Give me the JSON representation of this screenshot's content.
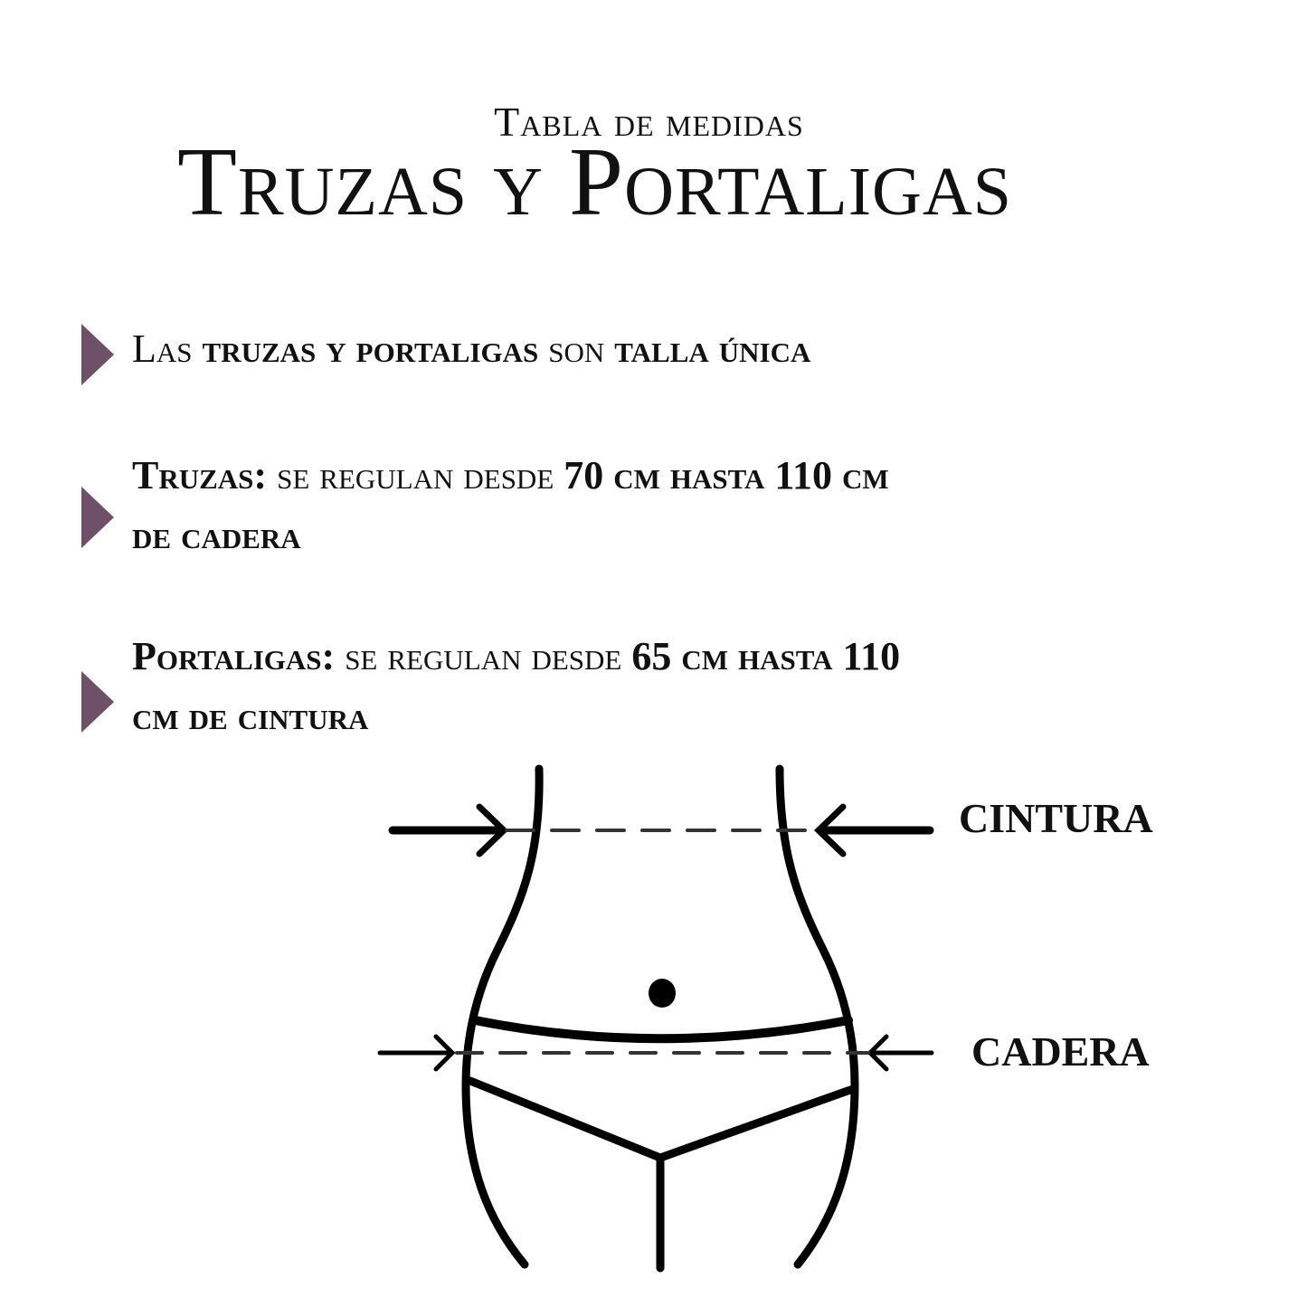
{
  "header": {
    "subtitle": "Tabla de medidas",
    "title": "Truzas y Portaligas"
  },
  "bullets": [
    {
      "parts": [
        {
          "text": "Las ",
          "bold": false
        },
        {
          "text": "truzas y portaligas",
          "bold": true
        },
        {
          "text": " son ",
          "bold": false
        },
        {
          "text": "talla única",
          "bold": true
        }
      ]
    },
    {
      "line1": [
        {
          "text": "Truzas:",
          "bold": true
        },
        {
          "text": " se regulan desde ",
          "bold": false
        },
        {
          "text": "70 cm hasta 110 cm",
          "bold": true
        }
      ],
      "line2": [
        {
          "text": "de cadera",
          "bold": true
        }
      ]
    },
    {
      "line1": [
        {
          "text": "Portaligas:",
          "bold": true
        },
        {
          "text": " se regulan desde ",
          "bold": false
        },
        {
          "text": "65 cm hasta 110",
          "bold": true
        }
      ],
      "line2": [
        {
          "text": "cm de cintura",
          "bold": true
        }
      ]
    }
  ],
  "diagram": {
    "waist_label": "CINTURA",
    "hip_label": "CADERA"
  },
  "colors": {
    "bullet_arrow": "#6e5068",
    "text": "#111111",
    "background": "#ffffff"
  }
}
